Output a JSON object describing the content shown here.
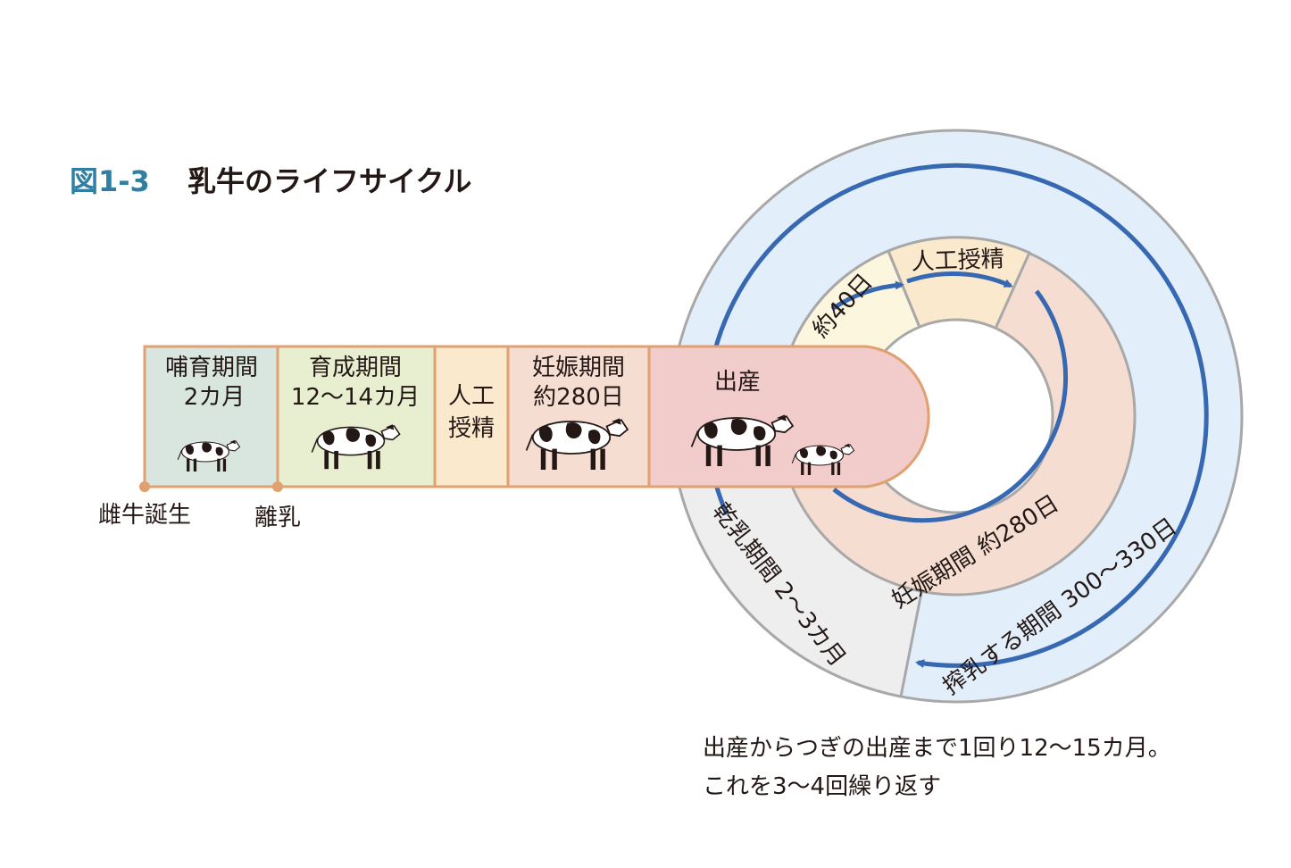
{
  "figure": {
    "number": "図1-3",
    "title": "乳牛のライフサイクル"
  },
  "timeline": {
    "stages": [
      {
        "line1": "哺育期間",
        "line2": "2カ月",
        "color": "#d9e6df"
      },
      {
        "line1": "育成期間",
        "line2": "12～14カ月",
        "color": "#e8efd1"
      },
      {
        "line1": "人工",
        "line2": "授精",
        "color": "#fbe9cd"
      },
      {
        "line1": "妊娠期間",
        "line2": "約280日",
        "color": "#f6ddd1"
      },
      {
        "line1": "出産",
        "line2": "",
        "color": "#f2cbcb"
      }
    ],
    "points": [
      "雌牛誕生",
      "離乳"
    ]
  },
  "cycle": {
    "inner": {
      "approx40": "約40日",
      "insemination": "人工授精",
      "gestation": "妊娠期間 約280日"
    },
    "outer": {
      "dry": "乾乳期間 2～3カ月",
      "milking": "搾乳する期間 300～330日"
    }
  },
  "caption": {
    "line1": "出産からつぎの出産まで1回り12～15カ月。",
    "line2": "これを3～4回繰り返す"
  },
  "colors": {
    "accent_blue": "#3768b2",
    "title_blue": "#2f7fa3",
    "outline_orange": "#e0a070",
    "outer_ring": "#e2eef9",
    "dry_ring": "#eeeeee",
    "inner_yellow": "#fdf6df",
    "inner_insem": "#fbe9cd",
    "inner_gestation": "#f6ddd1"
  }
}
